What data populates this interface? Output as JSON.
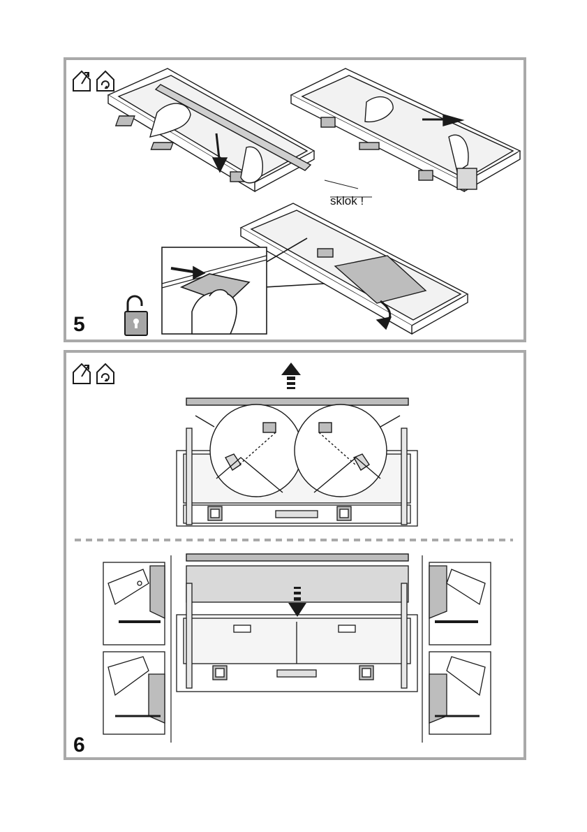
{
  "steps": [
    {
      "number": "5",
      "caption": "sklok !",
      "icons": [
        "house-vent-out-icon",
        "house-recirculation-icon"
      ],
      "lock_icon": "unlock-padlock-icon"
    },
    {
      "number": "6",
      "icons": [
        "house-vent-out-icon",
        "house-recirculation-icon"
      ]
    }
  ],
  "colors": {
    "frame": "#a9a9a9",
    "line": "#1a1a1a",
    "fill_gray": "#bdbdbd",
    "light_gray": "#d9d9d9"
  }
}
